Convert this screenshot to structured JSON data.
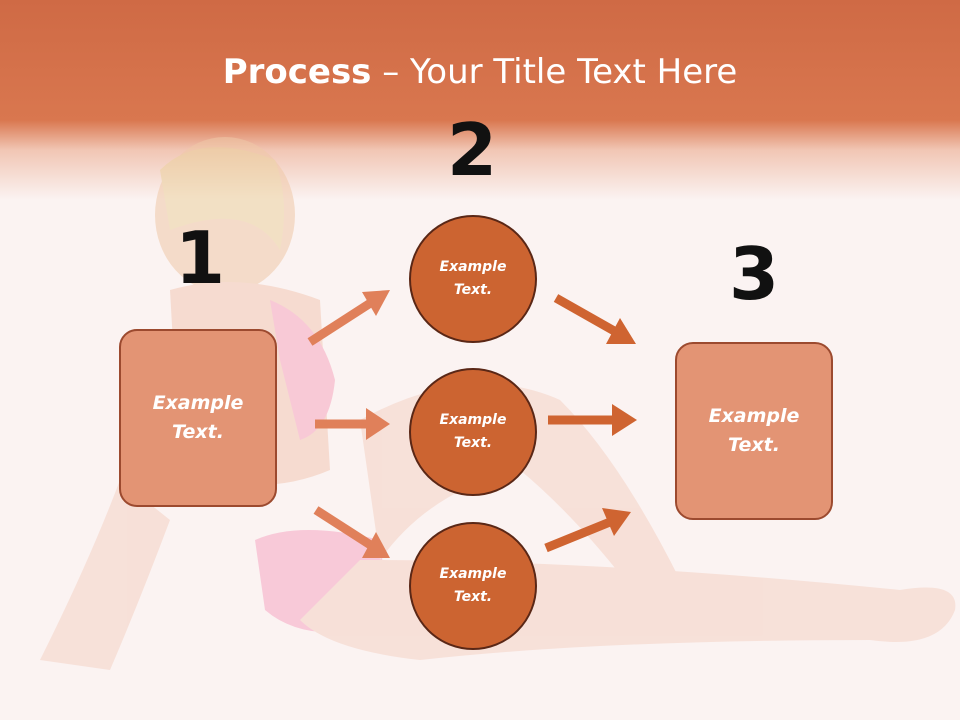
{
  "title": {
    "bold": "Process",
    "rest": " – Your Title Text Here"
  },
  "steps": {
    "one": "1",
    "two": "2",
    "three": "3"
  },
  "nodes": {
    "left_box": [
      "Example",
      "Text."
    ],
    "circle_top": [
      "Example",
      "Text."
    ],
    "circle_middle": [
      "Example",
      "Text."
    ],
    "circle_bottom": [
      "Example",
      "Text."
    ],
    "right_box": [
      "Example",
      "Text."
    ]
  },
  "colors": {
    "header": "#d9774f",
    "box_fill": "#e39474",
    "circle_fill": "#cc6431",
    "arrow_light": "#e0805a",
    "arrow_dark": "#cf6431"
  }
}
